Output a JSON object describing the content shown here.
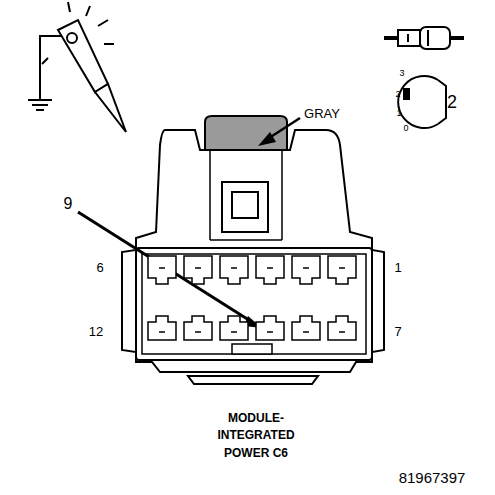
{
  "diagram": {
    "caption": "MODULE- INTEGRATED POWER C6",
    "labels": [
      "GRAY",
      "9",
      "6",
      "1",
      "12",
      "7",
      "3",
      "2",
      "1",
      "0",
      "2",
      "81967397"
    ]
  }
}
